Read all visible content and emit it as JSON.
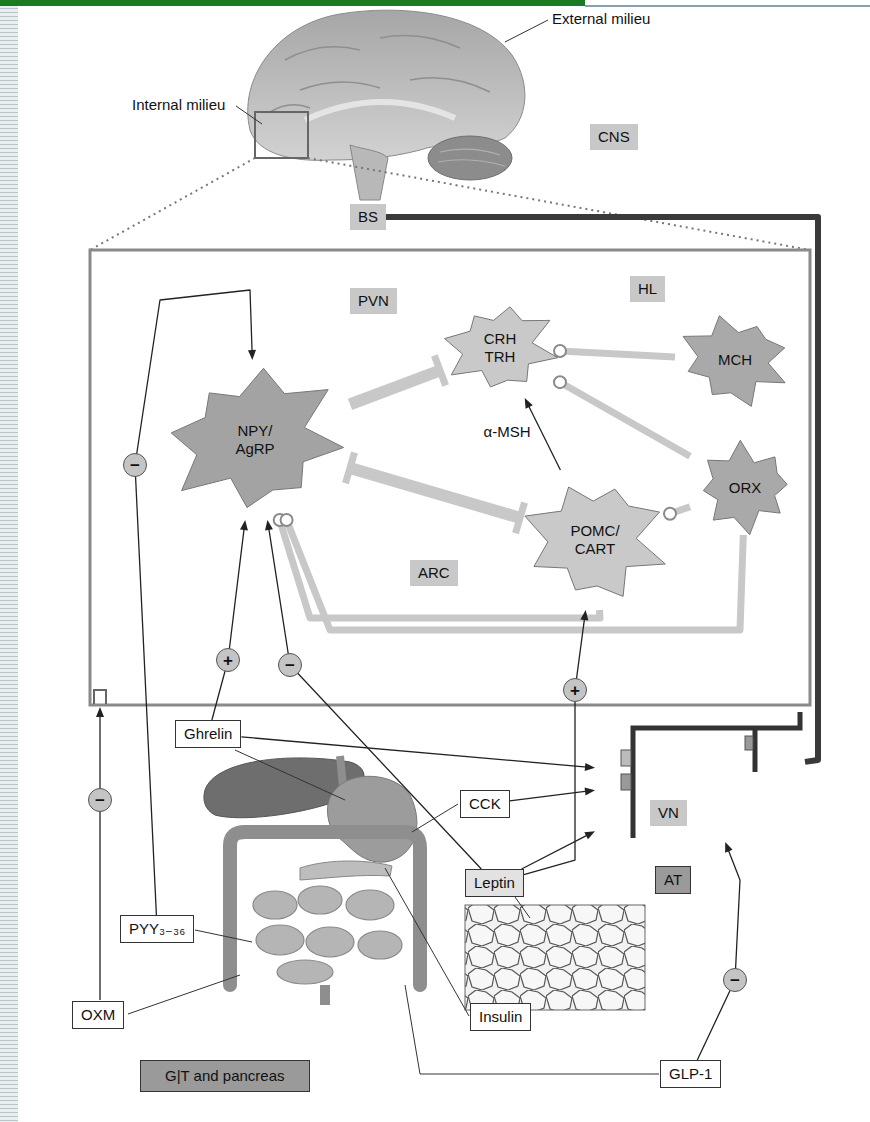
{
  "diagram": {
    "nodes": [
      {
        "text": [
          "CNS"
        ]
      },
      {
        "text": [
          "BS"
        ]
      },
      {
        "text": [
          "PVN"
        ]
      },
      {
        "text": [
          "HL"
        ]
      },
      {
        "text": [
          "CRH TRH"
        ]
      },
      {
        "text": [
          "MCH"
        ]
      },
      {
        "text": [
          "NPY/ AgRP"
        ]
      },
      {
        "text": [
          "ORX"
        ]
      },
      {
        "text": [
          "ARC"
        ]
      },
      {
        "text": [
          "POMC/ CART"
        ]
      },
      {
        "text": [
          "Ghrelin"
        ]
      },
      {
        "text": [
          "CCK"
        ]
      },
      {
        "text": [
          "VN"
        ]
      },
      {
        "text": [
          "Leptin"
        ]
      },
      {
        "text": [
          "AT"
        ]
      },
      {
        "text": [
          "PYY₃₋₃₆"
        ]
      },
      {
        "text": [
          "OXM"
        ]
      },
      {
        "text": [
          "Insulin"
        ]
      },
      {
        "text": [
          "G|T and pancreas"
        ]
      },
      {
        "text": [
          "GLP-1"
        ]
      }
    ],
    "edges": [
      {
        "from": 6,
        "to": 4,
        "arrow": "to"
      },
      {
        "from": 6,
        "to": 9,
        "arrow": "both"
      },
      {
        "from": 9,
        "to": 4,
        "arrow": "to",
        "label": "α-MSH"
      },
      {
        "from": 5,
        "to": 4,
        "arrow": "to"
      },
      {
        "from": 7,
        "to": 4,
        "arrow": "to"
      },
      {
        "from": 7,
        "to": 9,
        "arrow": "to"
      },
      {
        "from": 9,
        "to": 6,
        "arrow": "to"
      },
      {
        "from": 7,
        "to": 6,
        "arrow": "to"
      },
      {
        "from": 15,
        "to": 6,
        "arrow": "to",
        "label": "−"
      },
      {
        "from": 10,
        "to": 6,
        "arrow": "to",
        "label": "+"
      },
      {
        "from": 13,
        "to": 6,
        "arrow": "to",
        "label": "−"
      },
      {
        "from": 13,
        "to": 9,
        "arrow": "to",
        "label": "+"
      },
      {
        "from": 10,
        "to": 12,
        "arrow": "to"
      },
      {
        "from": 11,
        "to": 12,
        "arrow": "to"
      },
      {
        "from": 13,
        "to": 12,
        "arrow": "to"
      },
      {
        "from": 19,
        "to": 12,
        "arrow": "to",
        "label": "−"
      },
      {
        "from": 1,
        "to": 12,
        "arrow": "none"
      }
    ],
    "labels": [
      "External milieu",
      "Internal milieu",
      "−"
    ]
  }
}
